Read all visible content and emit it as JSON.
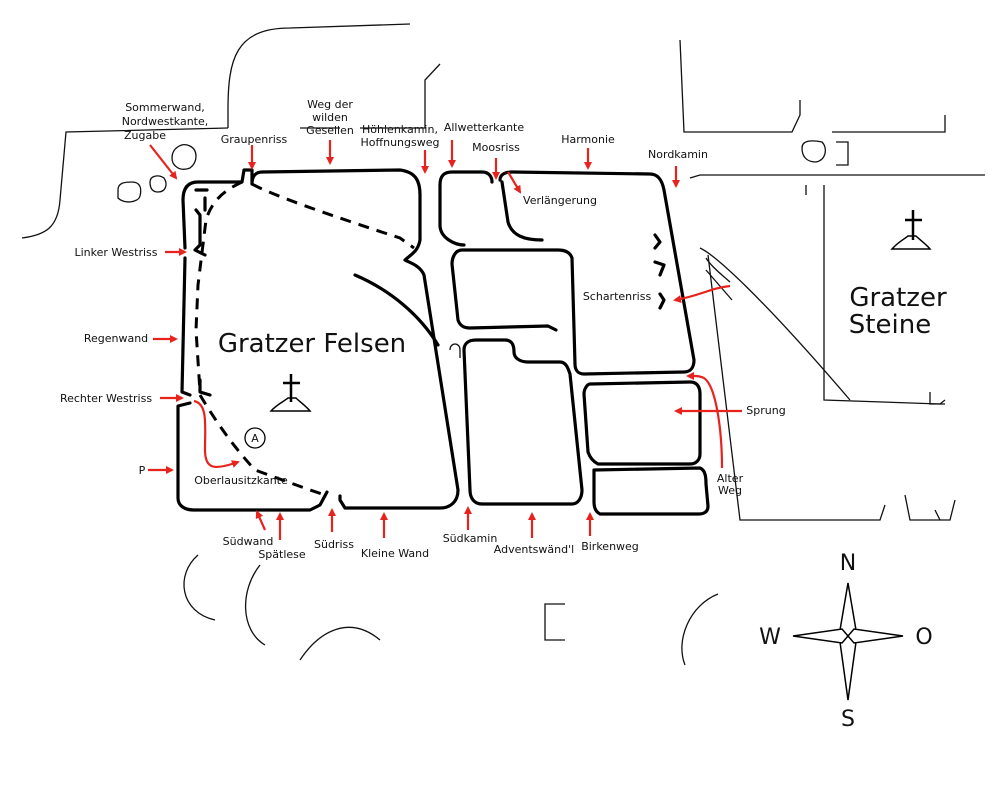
{
  "map": {
    "title_felsen": "Gratzer Felsen",
    "title_steine_line1": "Gratzer",
    "title_steine_line2": "Steine",
    "marker_a": "A",
    "arrow_color": "#e8231e",
    "route_labels": {
      "sommerwand_1": "Sommerwand,",
      "sommerwand_2": "Nordwestkante,",
      "sommerwand_3": "Zugabe",
      "graupenriss": "Graupenriss",
      "weg_1": "Weg der",
      "weg_2": "wilden",
      "weg_3": "Gesellen",
      "hoehlenkamin_1": "Höhlenkamin,",
      "hoehlenkamin_2": "Hoffnungsweg",
      "allwetterkante": "Allwetterkante",
      "moosriss": "Moosriss",
      "harmonie": "Harmonie",
      "nordkamin": "Nordkamin",
      "verlaengerung": "Verlängerung",
      "linker_westriss": "Linker Westriss",
      "schartenriss": "Schartenriss",
      "regenwand": "Regenwand",
      "rechter_westriss": "Rechter Westriss",
      "sprung": "Sprung",
      "p": "P",
      "oberlausitzkante": "Oberlausitzkante",
      "alter_1": "Alter",
      "alter_2": "Weg",
      "suedwand": "Südwand",
      "spaetlese": "Spätlese",
      "suedriss": "Südriss",
      "kleine_wand": "Kleine Wand",
      "suedkamin": "Südkamin",
      "adventswaendl": "Adventswänd'l",
      "birkenweg": "Birkenweg"
    },
    "compass": {
      "north": "N",
      "south": "S",
      "west": "W",
      "east": "O"
    }
  }
}
